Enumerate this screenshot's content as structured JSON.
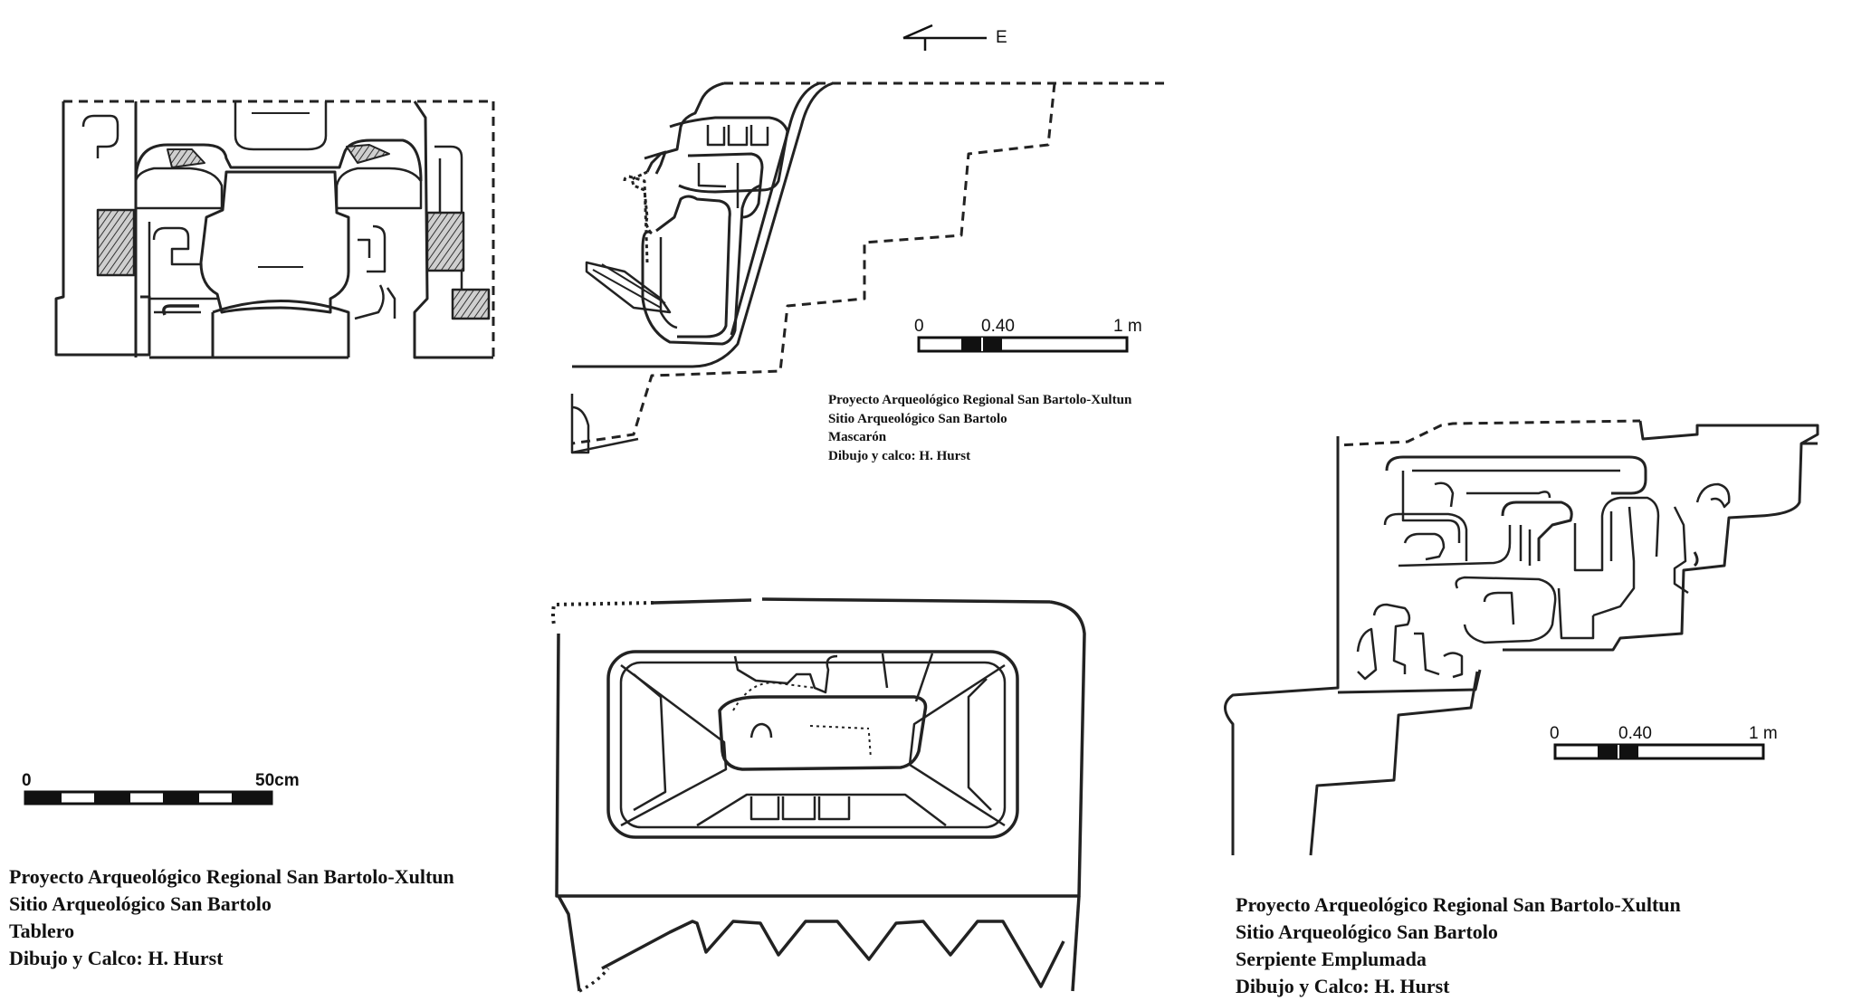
{
  "north_arrow": {
    "label": "E"
  },
  "drawings": [
    {
      "id": "tablero",
      "scale": {
        "labels": [
          "0",
          "50cm"
        ]
      },
      "caption": [
        "Proyecto Arqueológico Regional San Bartolo-Xultun",
        "Sitio Arqueológico San Bartolo",
        "Tablero",
        "Dibujo y Calco: H. Hurst"
      ]
    },
    {
      "id": "mascaron",
      "scale": {
        "labels": [
          "0",
          "0.40",
          "1 m"
        ]
      },
      "caption": [
        "Proyecto Arqueológico Regional San Bartolo-Xultun",
        "Sitio Arqueológico San Bartolo",
        "Mascarón",
        "Dibujo y calco: H. Hurst"
      ]
    },
    {
      "id": "serpiente",
      "scale": {
        "labels": [
          "0",
          "0.40",
          "1 m"
        ]
      },
      "caption": [
        "Proyecto Arqueológico Regional San Bartolo-Xultun",
        "Sitio Arqueológico San Bartolo",
        "Serpiente Emplumada",
        "Dibujo y Calco: H. Hurst"
      ]
    }
  ]
}
